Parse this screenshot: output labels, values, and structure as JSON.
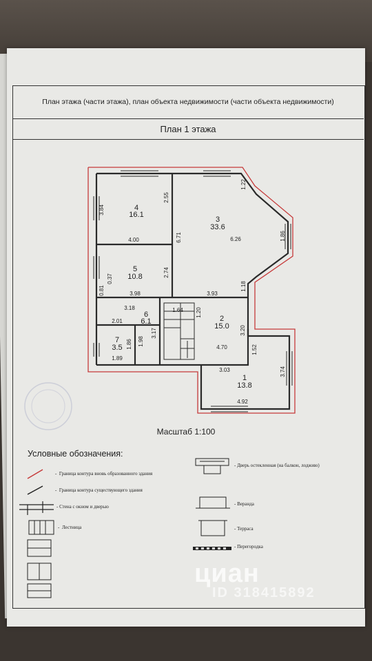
{
  "header": {
    "title": "План этажа (части этажа), план объекта недвижимости (части объекта недвижимости)",
    "subtitle": "План 1 этажа"
  },
  "rooms": [
    {
      "number": "4",
      "area": "16.1"
    },
    {
      "number": "3",
      "area": "33.6"
    },
    {
      "number": "5",
      "area": "10.8"
    },
    {
      "number": "6",
      "area": "6.1"
    },
    {
      "number": "7",
      "area": "3.5"
    },
    {
      "number": "2",
      "area": "15.0"
    },
    {
      "number": "1",
      "area": "13.8"
    }
  ],
  "dimensions": {
    "d384": "3.84",
    "d255": "2.55",
    "d400": "4.00",
    "d671": "6.71",
    "d626": "6.26",
    "d122": "1.22",
    "d186a": "1.86",
    "d118": "1.18",
    "d037": "0.37",
    "d081": "0.81",
    "d274": "2.74",
    "d398": "3.98",
    "d393": "3.93",
    "d318": "3.18",
    "d201": "2.01",
    "d186b": "1.86",
    "d189": "1.89",
    "d198": "1.98",
    "d317": "3.17",
    "d164": "1.64",
    "d120": "1.20",
    "d320": "3.20",
    "d470": "4.70",
    "d152": "1.52",
    "d303": "3.03",
    "d374": "3.74",
    "d492": "4.92"
  },
  "scale": "Масштаб 1:100",
  "legend": {
    "title": "Условные обозначения:",
    "items": [
      "Граница контура вновь образованного здания",
      "Граница контура существующего здания",
      "Стена с окном и дверью",
      "Лестница",
      "Дверь остекленная (на балкон, лоджию)",
      "Веранда",
      "Терраса",
      "Перегородка"
    ],
    "dash": "-"
  },
  "watermark": {
    "brand": "циан",
    "id": "ID 318415892"
  },
  "colors": {
    "new_contour": "#c63a3a",
    "walls": "#2a2a2a",
    "paper": "#e9e9e6"
  }
}
